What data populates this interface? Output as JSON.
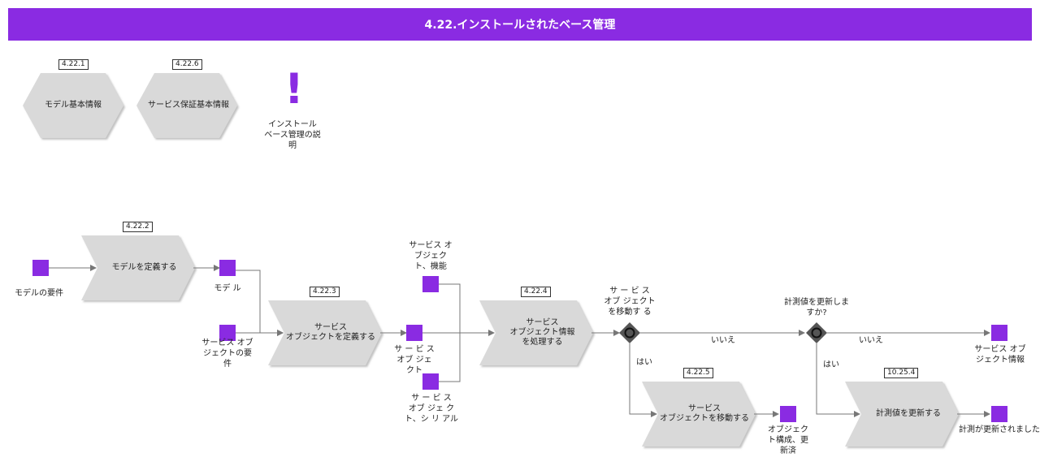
{
  "header": {
    "title": "4.22.インストールされたベース管理"
  },
  "colors": {
    "accent": "#8a2be2",
    "shape_fill": "#d9d9d9",
    "gateway": "#555555"
  },
  "top_refs": [
    {
      "id": "4.22.1",
      "label": "モデル基本情報"
    },
    {
      "id": "4.22.6",
      "label": "サービス保証基本情報"
    }
  ],
  "note": {
    "icon": "exclamation-icon",
    "label": "インストール\nベース管理の説\n明"
  },
  "functions": [
    {
      "id": "4.22.2",
      "label": "モデルを定義する"
    },
    {
      "id": "4.22.3",
      "label": "サービス\nオブジェクトを定義する"
    },
    {
      "id": "4.22.4",
      "label": "サービス\nオブジェクト情報\nを処理する"
    },
    {
      "id": "4.22.5",
      "label": "サービス\nオブジェクトを移動する"
    },
    {
      "id": "10.25.4",
      "label": "計測値を更新する"
    }
  ],
  "events": [
    {
      "label": "モデルの要件"
    },
    {
      "label": "モデ ル"
    },
    {
      "label": "サービス オブ\nジェクトの要\n件"
    },
    {
      "label": "サービス オ\nブジェク\nト、機能"
    },
    {
      "label": "サ ー ビ ス\nオブ ジェ\nクト"
    },
    {
      "label": "サ ー ビ ス\nオブ ジェ ク\nト、シ リ アル"
    },
    {
      "label": "サービス オブ\nジェクト情報"
    },
    {
      "label": "オブジェク\nト構成、更\n新済"
    },
    {
      "label": "計測が更新されました"
    }
  ],
  "gateways": [
    {
      "question": "サ ー ビ ス\nオブ ジェクト\nを移動す る"
    },
    {
      "question": "計測値を更新しま\nすか?"
    }
  ],
  "edge_labels": {
    "no": "いいえ",
    "yes": "はい"
  }
}
